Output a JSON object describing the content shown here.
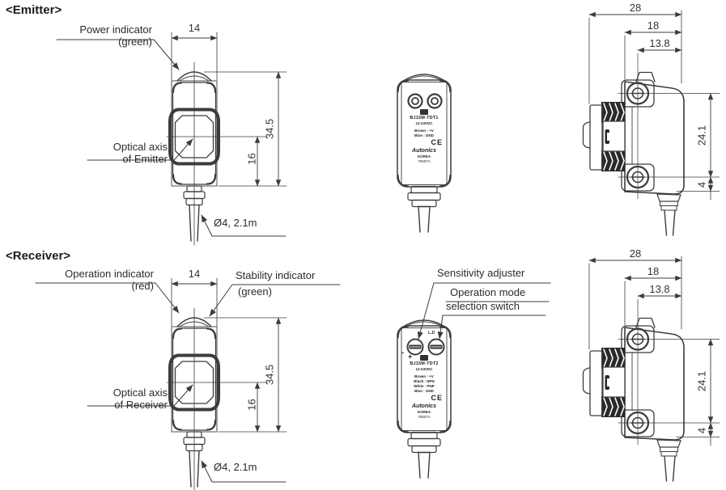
{
  "page": {
    "background": "#ffffff",
    "line_color": "#3c3c3c"
  },
  "emitter": {
    "title": "<Emitter>",
    "front": {
      "label_indicator_1": "Power indicator",
      "label_indicator_2": "(green)",
      "label_axis_1": "Optical axis",
      "label_axis_2": "of Emitter",
      "label_cable": "Ø4, 2.1m",
      "dim_width": "14",
      "dim_height": "34.5",
      "dim_axis": "16"
    },
    "face": {
      "nameplate": {
        "model": "BJ15M-TDT1",
        "voltage": "12-24VDC",
        "wires": [
          "Brown : +V",
          "Blue : GND"
        ],
        "ce": "CE",
        "brand": "Autonics",
        "country": "KOREA",
        "code": "70607A"
      }
    },
    "side": {
      "dim_depth": "28",
      "dim_body": "18",
      "dim_screw": "13.8",
      "dim_span": "24.1",
      "dim_bottom": "4"
    }
  },
  "receiver": {
    "title": "<Receiver>",
    "front": {
      "label_indicator_1": "Operation indicator",
      "label_indicator_2": "(red)",
      "label_stability_1": "Stability indicator",
      "label_stability_2": "(green)",
      "label_axis_1": "Optical axis",
      "label_axis_2": "of Receiver",
      "label_cable": "Ø4, 2.1m",
      "dim_width": "14",
      "dim_height": "34.5",
      "dim_axis": "16"
    },
    "face": {
      "label_sensitivity": "Sensitivity adjuster",
      "label_opmode_1": "Operation mode",
      "label_opmode_2": "selection switch",
      "pot_min": "-",
      "pot_max": "+",
      "pot_mode": "L.D",
      "nameplate": {
        "model": "BJ15M-TDT2",
        "voltage": "12-24VDC",
        "wires": [
          "Brown : +V",
          "Black : NPN",
          "White : PNP",
          "Blue : GND"
        ],
        "ce": "CE",
        "brand": "Autonics",
        "country": "KOREA",
        "code": "70607A"
      }
    },
    "side": {
      "dim_depth": "28",
      "dim_body": "18",
      "dim_screw": "13.8",
      "dim_span": "24.1",
      "dim_bottom": "4"
    }
  }
}
